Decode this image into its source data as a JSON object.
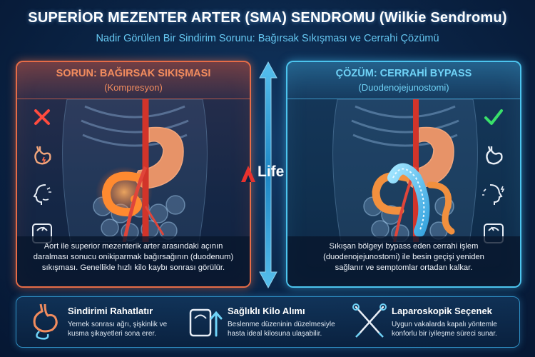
{
  "header": {
    "title": "SUPERİOR MEZENTER ARTER (SMA) SENDROMU (Wilkie Sendromu)",
    "subtitle": "Nadir Görülen Bir Sindirim Sorunu: Bağırsak Sıkışması ve Cerrahi Çözümü"
  },
  "problem": {
    "title": "SORUN: BAĞIRSAK SIKIŞMASI",
    "subtitle": "(Kompresyon)",
    "desc_lines": [
      "Aort ile superior mezenterik arter arasındaki açının",
      "daralması sonucu onikiparmak bağırsağının (duodenum)",
      "sıkışması. Genellikle hızlı kilo kaybı sonrası görülür."
    ],
    "icons": [
      "cross-icon",
      "stomach-icon",
      "nausea-face-icon",
      "weight-scale-icon"
    ]
  },
  "solution": {
    "title": "ÇÖZÜM: CERRAHİ BYPASS",
    "subtitle": "(Duodenojejunostomi)",
    "desc_lines": [
      "Sıkışan bölgeyi bypass eden cerrahi işlem",
      "(duodenojejunostomi) ile besin geçişi yeniden",
      "sağlanır ve semptomlar ortadan kalkar."
    ],
    "icons": [
      "check-icon",
      "stomach-icon",
      "relief-face-icon",
      "weight-scale-icon"
    ]
  },
  "logo": {
    "text": "Life"
  },
  "features": [
    {
      "title": "Sindirimi Rahatlatır",
      "desc_lines": [
        "Yemek sonrası ağrı, şişkinlik ve",
        "kusma şikayetleri sona erer."
      ],
      "icon": "digestive-tract-icon"
    },
    {
      "title": "Sağlıklı Kilo Alımı",
      "desc_lines": [
        "Beslenme düzeninin düzelmesiyle",
        "hasta ideal kilosuna ulaşabilir."
      ],
      "icon": "scale-up-arrow-icon"
    },
    {
      "title": "Laparoskopik Seçenek",
      "desc_lines": [
        "Uygun vakalarda kapalı yöntemle",
        "konforlu bir iyileşme süreci sunar."
      ],
      "icon": "laparoscopic-tools-icon"
    }
  ],
  "colors": {
    "problem_accent": "#e66c47",
    "solution_accent": "#4cc4ee",
    "subtitle": "#66c8f2",
    "background": "#0a2344"
  }
}
